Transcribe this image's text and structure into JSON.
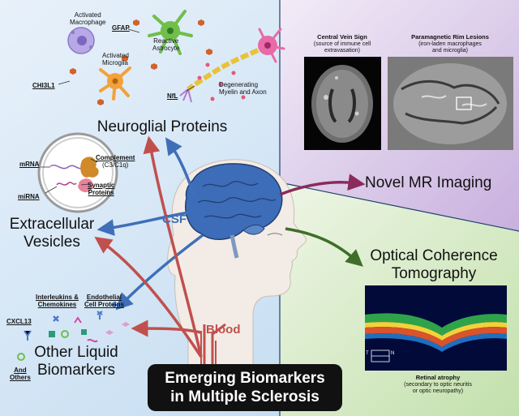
{
  "title": {
    "line1": "Emerging Biomarkers",
    "line2": "in Multiple Sclerosis"
  },
  "sections": {
    "neuroglial": "Neuroglial Proteins",
    "vesicles_line1": "Extracellular",
    "vesicles_line2": "Vesicles",
    "liquid_line1": "Other Liquid",
    "liquid_line2": "Biomarkers",
    "mr": "Novel MR Imaging",
    "oct_line1": "Optical Coherence",
    "oct_line2": "Tomography"
  },
  "pathways": {
    "csf": "CSF",
    "blood": "Blood"
  },
  "cells": {
    "macrophage_line1": "Activated",
    "macrophage_line2": "Macrophage",
    "astrocyte_line1": "Reactive",
    "astrocyte_line2": "Astrocyte",
    "microglia_line1": "Activated",
    "microglia_line2": "Microglia",
    "neuron_line1": "Degenerating",
    "neuron_line2": "Myelin and Axon"
  },
  "markers": {
    "gfap": "GFAP",
    "chi3l1": "CHI3L1",
    "nfl": "NfL",
    "mrna": "mRNA",
    "mirna": "miRNA",
    "complement_line1": "Complement",
    "complement_line2": "(C3/C1q)",
    "synaptic_line1": "Synaptic",
    "synaptic_line2": "Proteins",
    "interleukins_line1": "Interleukins &",
    "interleukins_line2": "Chemokines",
    "endothelial_line1": "Endothelial",
    "endothelial_line2": "Cell Proteins",
    "cxcl13": "CXCL13",
    "others_line1": "And",
    "others_line2": "Others"
  },
  "imaging": {
    "cvs_title": "Central Vein Sign",
    "cvs_sub1": "(source of immune cell",
    "cvs_sub2": "extravasation)",
    "prl_title": "Paramagnetic Rim Lesions",
    "prl_sub1": "(iron-laden macrophages",
    "prl_sub2": "and microglia)",
    "oct_title": "Retinal atrophy",
    "oct_sub1": "(secondary to optic neuritis",
    "oct_sub2": "or optic neuropathy)",
    "oct_marker_t": "T",
    "oct_marker_n": "N"
  },
  "colors": {
    "left_bg": "#cfe4f6",
    "mr_bg": "#d9c8e6",
    "oct_bg": "#d6ebc5",
    "csf_arrow": "#3f6fb8",
    "blood_arrow": "#c0504d",
    "mr_arrow": "#8b2a5c",
    "oct_arrow": "#3f6e2a",
    "brain": "#3d6db8"
  }
}
